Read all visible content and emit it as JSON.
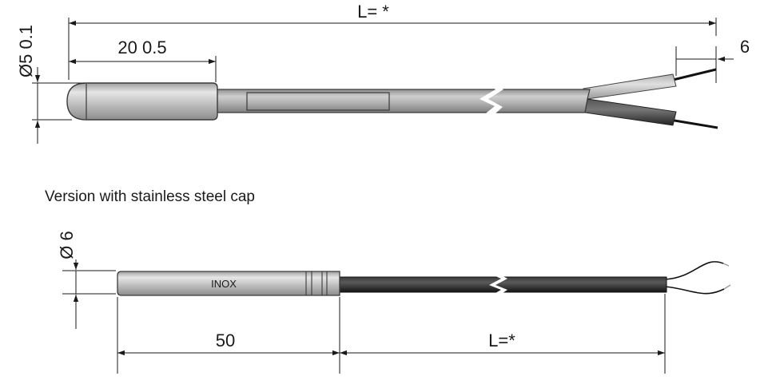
{
  "top_probe": {
    "dim_length": "L= *",
    "dim_tip_length": "20 0.5",
    "dim_diameter": "Ø5 0.1",
    "dim_strip": "6"
  },
  "caption": "Version with stainless steel cap",
  "bottom_probe": {
    "cap_marking": "INOX",
    "dim_diameter": "Ø 6",
    "dim_cap_length": "50",
    "dim_length": "L=*"
  },
  "colors": {
    "steel_light": "#e2e2e2",
    "steel_mid": "#b5b5b5",
    "steel_dark": "#8a8a8a",
    "cable_dark": "#2a2a2a",
    "dimension_line": "#1a1a1a"
  }
}
